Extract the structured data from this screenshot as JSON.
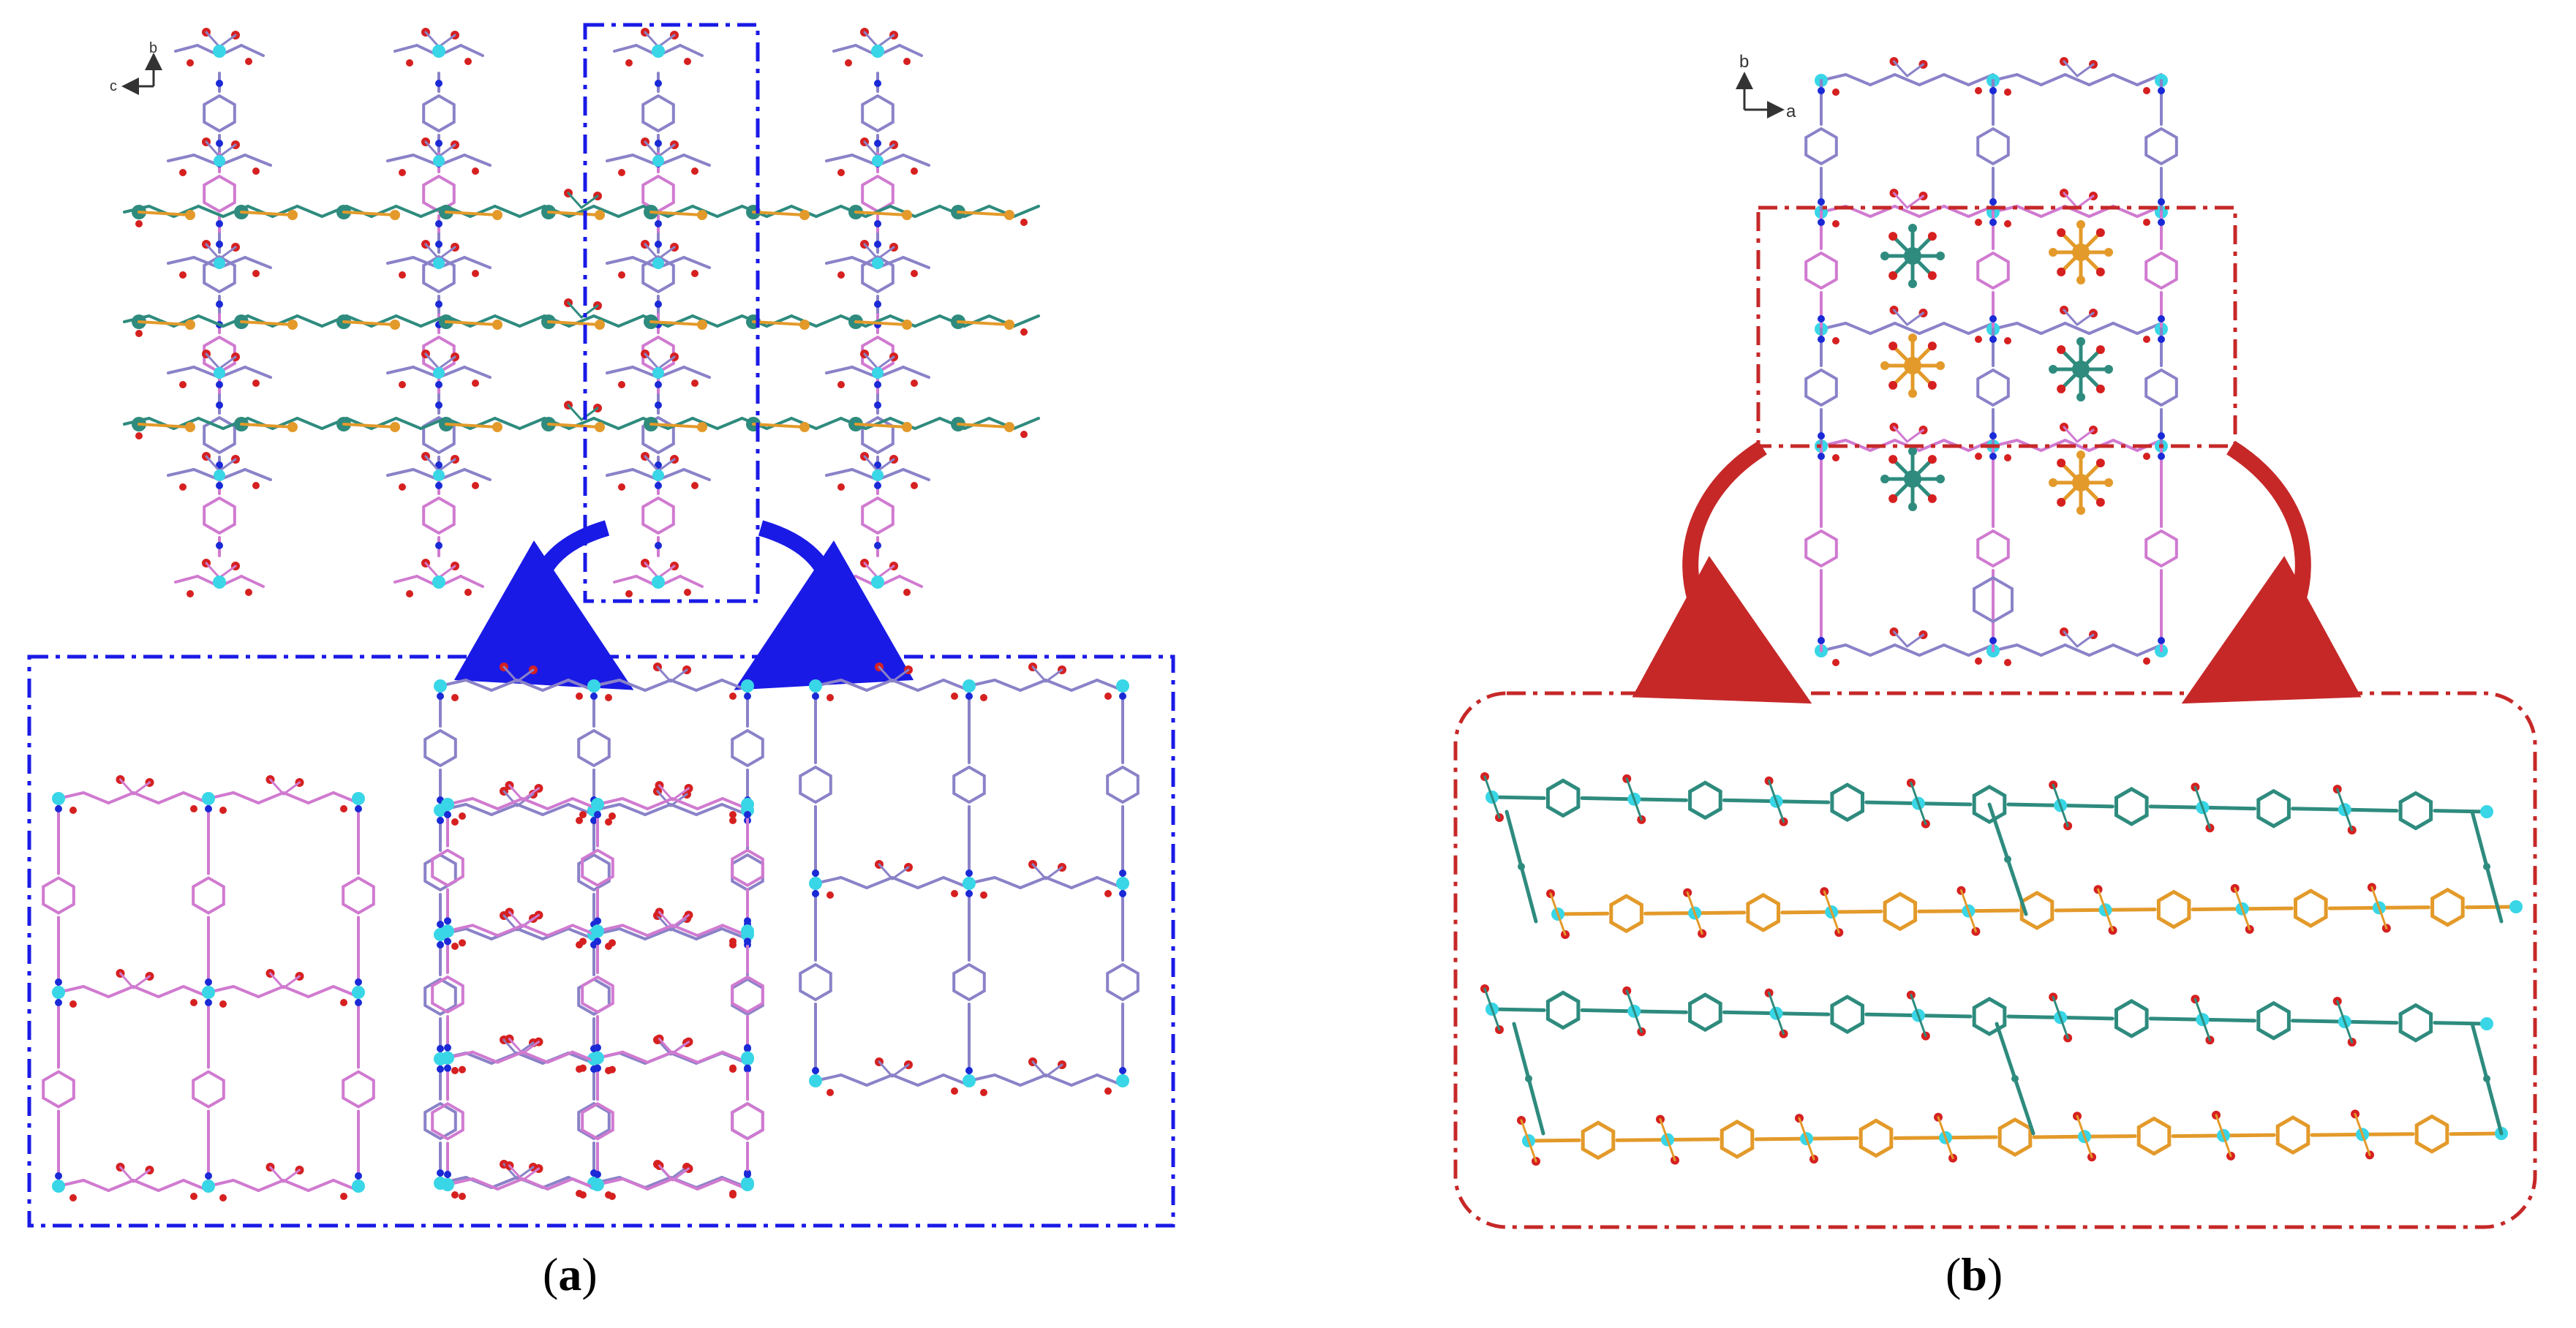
{
  "panels": [
    {
      "id": "a",
      "caption_open": "(",
      "caption_letter": "a",
      "caption_close": ")",
      "axis_up": "b",
      "axis_side": "c"
    },
    {
      "id": "b",
      "caption_open": "(",
      "caption_letter": "b",
      "caption_close": ")",
      "axis_up": "b",
      "axis_side": "a"
    }
  ],
  "colors": {
    "violet_frame": "#8a82c8",
    "pink_frame": "#d07ad0",
    "teal_chain": "#2e8b7e",
    "orange_chain": "#e39a2a",
    "metal_node": "#38d6e6",
    "oxygen": "#d62020",
    "nitrogen": "#1a2ad6",
    "highlight_blue": "#1a1ae6",
    "highlight_red": "#c62828"
  }
}
